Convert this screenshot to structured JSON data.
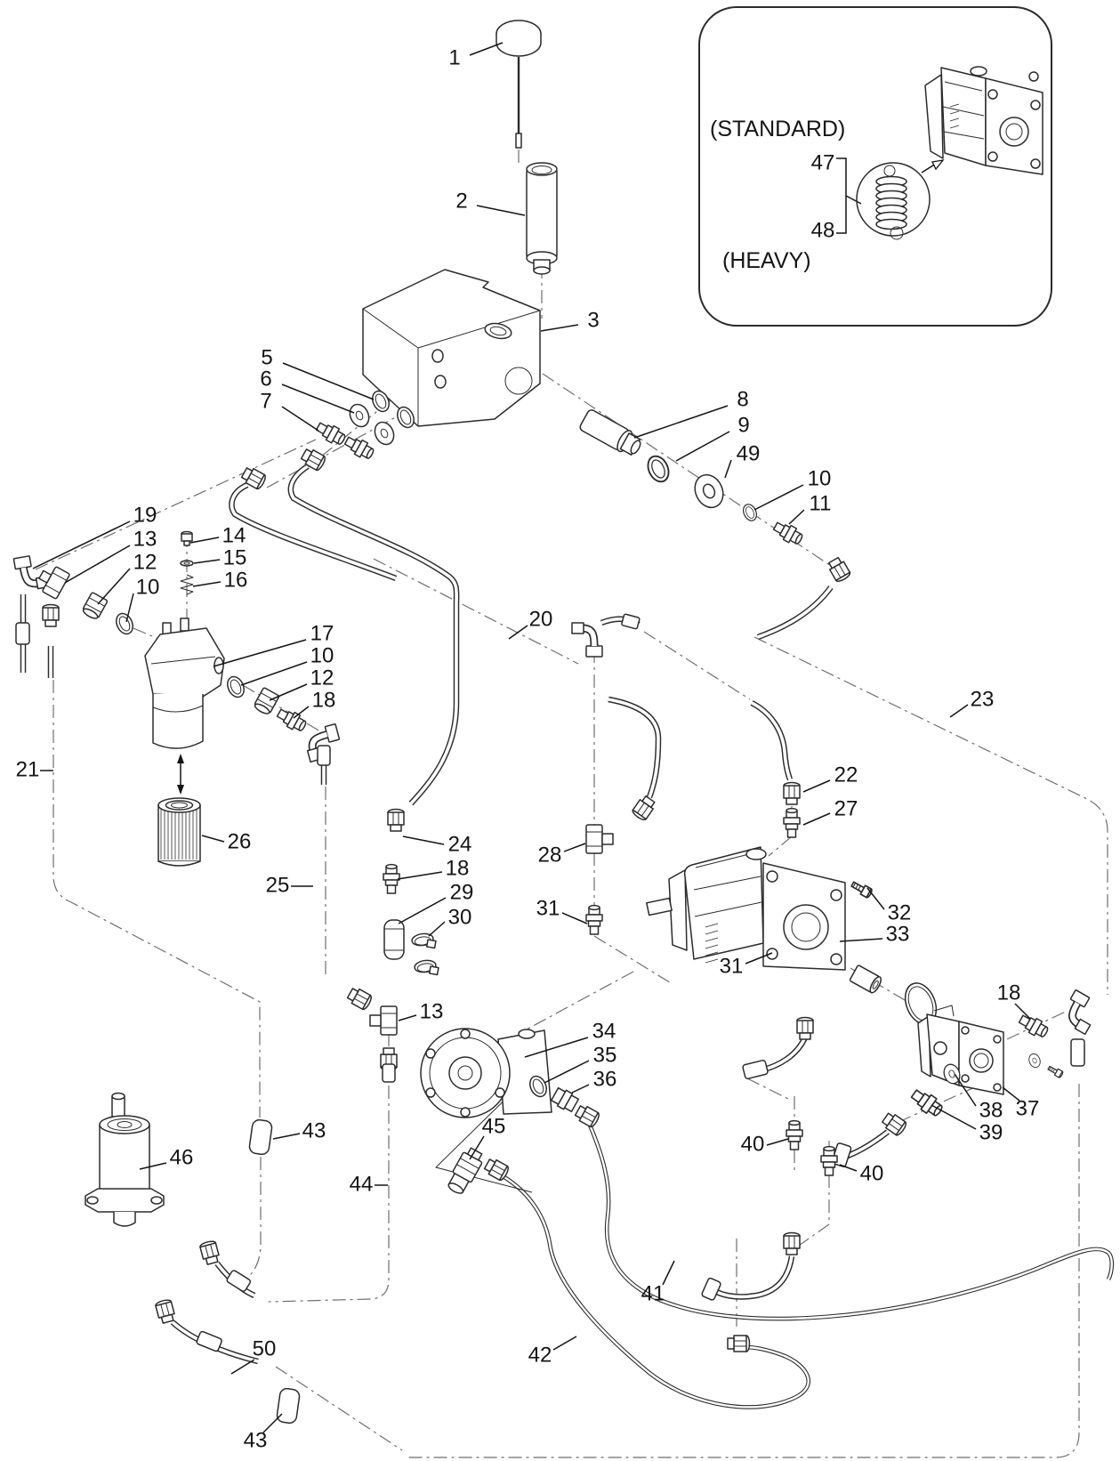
{
  "diagram": {
    "type": "exploded-parts-diagram",
    "subject": "hydraulic-system",
    "colors": {
      "ink": "#2b2b2b",
      "centerline": "#6e6e6e",
      "background": "#ffffff"
    },
    "inset": {
      "standard_label": "(STANDARD)",
      "heavy_label": "(HEAVY)"
    },
    "callouts": [
      {
        "n": "1",
        "t": [
          511,
          66
        ],
        "l": [
          528,
          62,
          565,
          48
        ]
      },
      {
        "n": "2",
        "t": [
          519,
          227
        ],
        "l": [
          536,
          231,
          590,
          242
        ]
      },
      {
        "n": "3",
        "t": [
          667,
          361
        ],
        "l": [
          650,
          365,
          608,
          372
        ]
      },
      {
        "n": "5",
        "t": [
          300,
          403
        ],
        "l": [
          318,
          408,
          420,
          449
        ]
      },
      {
        "n": "6",
        "t": [
          299,
          427
        ],
        "l": [
          317,
          432,
          398,
          464
        ]
      },
      {
        "n": "7",
        "t": [
          299,
          452
        ],
        "l": [
          317,
          457,
          358,
          484
        ]
      },
      {
        "n": "8",
        "t": [
          835,
          450
        ],
        "l": [
          818,
          456,
          713,
          492
        ]
      },
      {
        "n": "9",
        "t": [
          836,
          479
        ],
        "l": [
          820,
          485,
          760,
          518
        ]
      },
      {
        "n": "49",
        "t": [
          841,
          511
        ],
        "l": [
          822,
          517,
          815,
          537
        ]
      },
      {
        "n": "10",
        "t": [
          921,
          539
        ],
        "l": [
          903,
          545,
          848,
          573
        ]
      },
      {
        "n": "11",
        "t": [
          922,
          567
        ],
        "l": [
          904,
          573,
          887,
          589
        ]
      },
      {
        "n": "19",
        "t": [
          163,
          580
        ],
        "l": [
          146,
          586,
          37,
          639
        ]
      },
      {
        "n": "13",
        "t": [
          163,
          607
        ],
        "l": [
          146,
          613,
          73,
          655
        ]
      },
      {
        "n": "12",
        "t": [
          163,
          633
        ],
        "l": [
          146,
          639,
          110,
          679
        ]
      },
      {
        "n": "10",
        "t": [
          166,
          661
        ],
        "l": [
          150,
          667,
          142,
          699
        ]
      },
      {
        "n": "14",
        "t": [
          263,
          603
        ],
        "l": [
          246,
          604,
          214,
          610
        ]
      },
      {
        "n": "15",
        "t": [
          264,
          628
        ],
        "l": [
          247,
          629,
          218,
          633
        ]
      },
      {
        "n": "16",
        "t": [
          265,
          653
        ],
        "l": [
          248,
          654,
          217,
          659
        ]
      },
      {
        "n": "17",
        "t": [
          362,
          713
        ],
        "l": [
          344,
          719,
          240,
          749
        ]
      },
      {
        "n": "10",
        "t": [
          362,
          738
        ],
        "l": [
          345,
          744,
          271,
          770
        ]
      },
      {
        "n": "12",
        "t": [
          362,
          763
        ],
        "l": [
          345,
          769,
          303,
          787
        ]
      },
      {
        "n": "18",
        "t": [
          364,
          788
        ],
        "l": [
          347,
          794,
          330,
          807
        ]
      },
      {
        "n": "26",
        "t": [
          269,
          947
        ],
        "l": [
          252,
          946,
          227,
          939
        ]
      },
      {
        "n": "21",
        "t": [
          31,
          866
        ],
        "l": [
          45,
          866,
          60,
          866
        ]
      },
      {
        "n": "20",
        "t": [
          608,
          697
        ],
        "l": [
          593,
          703,
          572,
          718
        ]
      },
      {
        "n": "24",
        "t": [
          517,
          950
        ],
        "l": [
          499,
          949,
          453,
          940
        ]
      },
      {
        "n": "18",
        "t": [
          514,
          977
        ],
        "l": [
          497,
          980,
          447,
          988
        ]
      },
      {
        "n": "29",
        "t": [
          519,
          1004
        ],
        "l": [
          501,
          1009,
          448,
          1038
        ]
      },
      {
        "n": "30",
        "t": [
          517,
          1032
        ],
        "l": [
          500,
          1036,
          482,
          1052
        ]
      },
      {
        "n": "25",
        "t": [
          312,
          996
        ],
        "l": [
          327,
          996,
          352,
          996
        ]
      },
      {
        "n": "13",
        "t": [
          485,
          1138
        ],
        "l": [
          468,
          1141,
          448,
          1147
        ]
      },
      {
        "n": "28",
        "t": [
          618,
          962
        ],
        "l": [
          634,
          957,
          658,
          948
        ]
      },
      {
        "n": "31",
        "t": [
          616,
          1022
        ],
        "l": [
          632,
          1026,
          660,
          1038
        ]
      },
      {
        "n": "22",
        "t": [
          951,
          872
        ],
        "l": [
          933,
          877,
          903,
          890
        ]
      },
      {
        "n": "27",
        "t": [
          951,
          910
        ],
        "l": [
          933,
          914,
          903,
          927
        ]
      },
      {
        "n": "32",
        "t": [
          1011,
          1027
        ],
        "l": [
          994,
          1022,
          975,
          998
        ]
      },
      {
        "n": "33",
        "t": [
          1009,
          1051
        ],
        "l": [
          992,
          1055,
          944,
          1058
        ]
      },
      {
        "n": "31",
        "t": [
          822,
          1087
        ],
        "l": [
          838,
          1083,
          868,
          1071
        ]
      },
      {
        "n": "18",
        "t": [
          1134,
          1117
        ],
        "l": [
          1141,
          1128,
          1158,
          1145
        ]
      },
      {
        "n": "37",
        "t": [
          1155,
          1247
        ],
        "l": [
          1146,
          1237,
          1127,
          1222
        ]
      },
      {
        "n": "38",
        "t": [
          1114,
          1249
        ],
        "l": [
          1097,
          1243,
          1073,
          1207
        ]
      },
      {
        "n": "39",
        "t": [
          1114,
          1274
        ],
        "l": [
          1097,
          1269,
          1047,
          1242
        ]
      },
      {
        "n": "40",
        "t": [
          846,
          1287
        ],
        "l": [
          862,
          1287,
          886,
          1280
        ]
      },
      {
        "n": "40",
        "t": [
          980,
          1320
        ],
        "l": [
          963,
          1316,
          944,
          1309
        ]
      },
      {
        "n": "34",
        "t": [
          679,
          1160
        ],
        "l": [
          661,
          1166,
          590,
          1188
        ]
      },
      {
        "n": "35",
        "t": [
          680,
          1187
        ],
        "l": [
          662,
          1192,
          612,
          1217
        ]
      },
      {
        "n": "36",
        "t": [
          680,
          1214
        ],
        "l": [
          662,
          1219,
          643,
          1228
        ]
      },
      {
        "n": "45",
        "t": [
          555,
          1267
        ],
        "l": [
          544,
          1277,
          528,
          1303
        ]
      },
      {
        "n": "44",
        "t": [
          406,
          1332
        ],
        "l": [
          421,
          1332,
          436,
          1332
        ]
      },
      {
        "n": "46",
        "t": [
          204,
          1302
        ],
        "l": [
          187,
          1307,
          157,
          1314
        ]
      },
      {
        "n": "43",
        "t": [
          353,
          1272
        ],
        "l": [
          337,
          1274,
          307,
          1280
        ]
      },
      {
        "n": "41",
        "t": [
          734,
          1455
        ],
        "l": [
          745,
          1444,
          758,
          1417
        ]
      },
      {
        "n": "42",
        "t": [
          607,
          1524
        ],
        "l": [
          622,
          1517,
          648,
          1502
        ]
      },
      {
        "n": "50",
        "t": [
          297,
          1517
        ],
        "l": [
          286,
          1528,
          260,
          1544
        ]
      },
      {
        "n": "43",
        "t": [
          287,
          1620
        ],
        "l": [
          296,
          1610,
          317,
          1589
        ]
      },
      {
        "n": "23",
        "t": [
          1104,
          787
        ],
        "l": [
          1088,
          792,
          1068,
          806
        ]
      },
      {
        "n": "47",
        "t": [
          925,
          184
        ],
        "l": null
      },
      {
        "n": "48",
        "t": [
          925,
          260
        ],
        "l": null
      }
    ]
  }
}
